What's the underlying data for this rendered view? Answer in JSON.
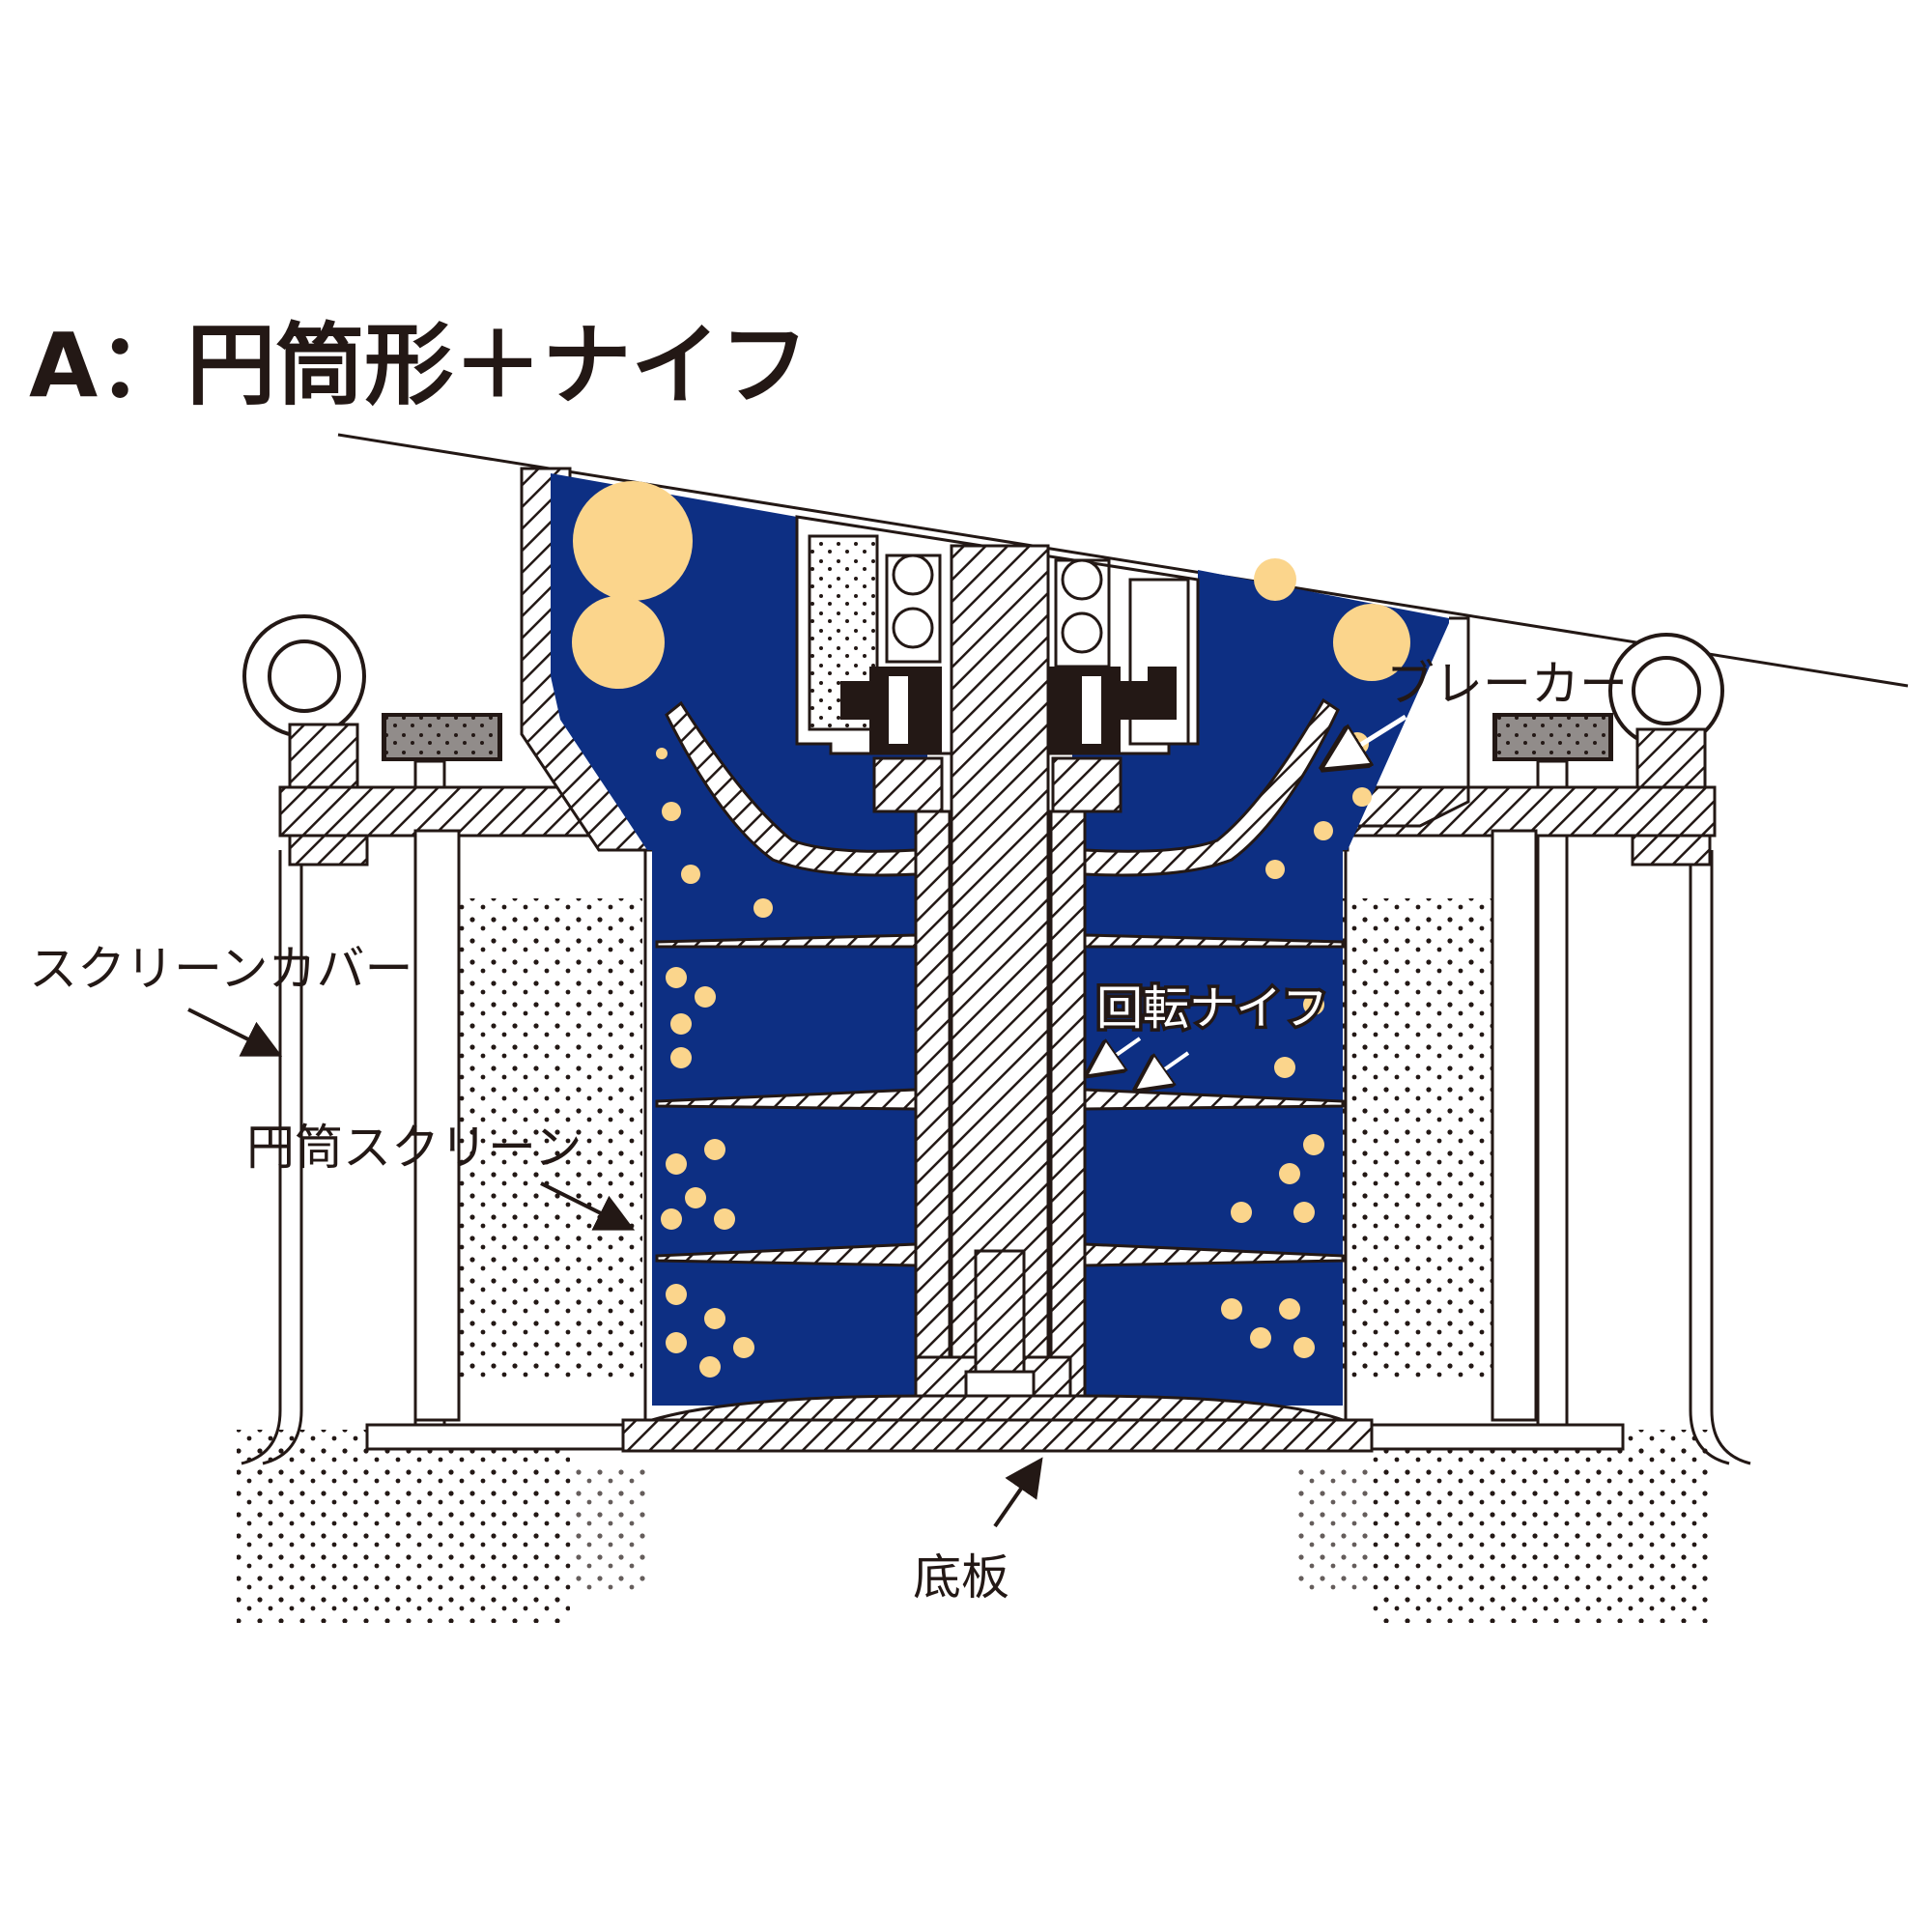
{
  "title": "A：円筒形＋ナイフ",
  "labels": {
    "breaker": "ブレーカー",
    "screen_cover": "スクリーンカバー",
    "rotary_knife": "回転ナイフ",
    "cylinder_screen": "円筒スクリーン",
    "bottom_plate": "底板"
  },
  "colors": {
    "chamber": "#0d2f83",
    "particle": "#fbd58c",
    "ink": "#231815",
    "background": "#ffffff"
  }
}
